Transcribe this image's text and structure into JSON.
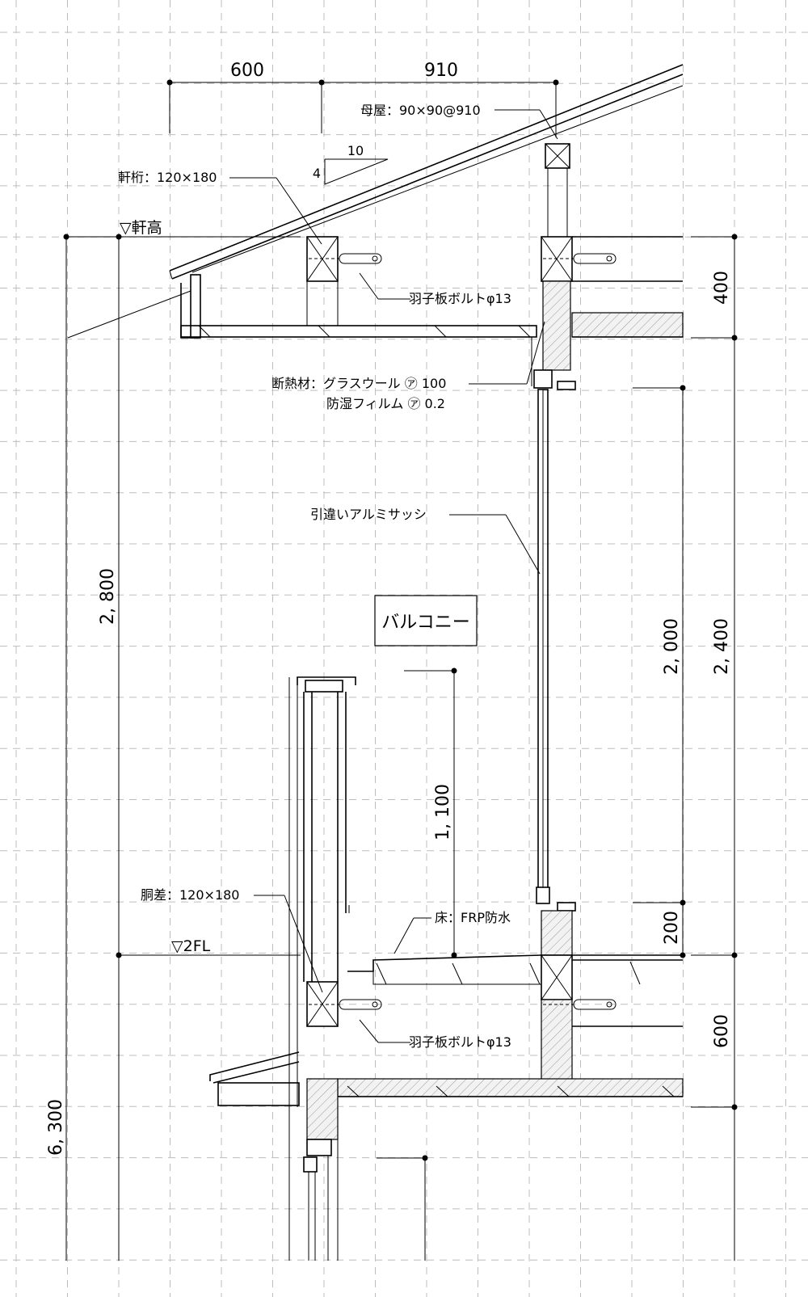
{
  "dimensions": {
    "top_left": "600",
    "top_right": "910",
    "eave_to_ceiling": "400",
    "eave_to_2fl": "2, 800",
    "total_height": "6, 300",
    "sash_height": "2, 000",
    "sash_to_fl": "2, 400",
    "handrail": "1, 100",
    "sill": "200",
    "floor_depth": "600",
    "slope_run": "10",
    "slope_rise": "4"
  },
  "levels": {
    "eave": "▽軒高",
    "second_floor": "▽2FL"
  },
  "labels": {
    "purlin": "母屋：90×90@910",
    "eave_beam": "軒桁：120×180",
    "bolt_upper": "羽子板ボルトφ13",
    "insulation": "断熱材：グラスウール ㋐ 100",
    "vapor_film": "防湿フィルム ㋐ 0.2",
    "sash": "引違いアルミサッシ",
    "room": "バルコニー",
    "girt": "胴差：120×180",
    "floor": "床：FRP防水",
    "bolt_lower": "羽子板ボルトφ13"
  }
}
